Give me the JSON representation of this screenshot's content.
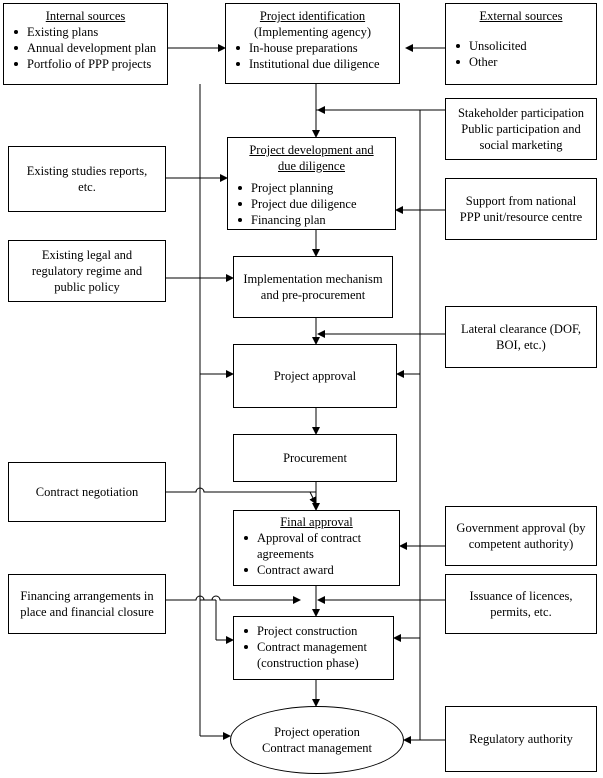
{
  "internal_sources": {
    "title": "Internal sources",
    "items": [
      "Existing plans",
      "Annual development plan",
      "Portfolio of PPP projects"
    ]
  },
  "project_identification": {
    "title": "Project identification",
    "subtitle": "(Implementing agency)",
    "items": [
      "In-house preparations",
      "Institutional due diligence"
    ]
  },
  "external_sources": {
    "title": "External sources",
    "items": [
      "Unsolicited",
      "Other"
    ]
  },
  "stakeholder": {
    "lines": [
      "Stakeholder participation",
      "Public participation and",
      "social marketing"
    ]
  },
  "existing_studies": {
    "lines": [
      "Existing studies reports,",
      "etc."
    ]
  },
  "project_development": {
    "title_lines": [
      "Project development and",
      "due diligence"
    ],
    "items": [
      "Project planning",
      "Project due diligence",
      "Financing plan"
    ]
  },
  "national_support": {
    "lines": [
      "Support from national",
      "PPP unit/resource centre"
    ]
  },
  "legal_regime": {
    "lines": [
      "Existing legal and",
      "regulatory regime and",
      "public policy"
    ]
  },
  "implementation": {
    "lines": [
      "Implementation mechanism",
      "and pre-procurement"
    ]
  },
  "lateral_clearance": {
    "lines": [
      "Lateral clearance (DOF,",
      "BOI, etc.)"
    ]
  },
  "project_approval": {
    "label": "Project approval"
  },
  "procurement": {
    "label": "Procurement"
  },
  "contract_negotiation": {
    "label": "Contract negotiation"
  },
  "final_approval": {
    "title": "Final approval",
    "items": [
      [
        "Approval of contract",
        "agreements"
      ],
      [
        "Contract award"
      ]
    ]
  },
  "government_approval": {
    "lines": [
      "Government approval (by",
      "competent authority)"
    ]
  },
  "financing_arrangements": {
    "lines": [
      "Financing arrangements in",
      "place and financial closure"
    ]
  },
  "licences": {
    "lines": [
      "Issuance of licences,",
      "permits, etc."
    ]
  },
  "construction": {
    "items": [
      [
        "Project construction"
      ],
      [
        "Contract management",
        "(construction phase)"
      ]
    ]
  },
  "regulatory_authority": {
    "label": "Regulatory authority"
  },
  "operation": {
    "lines": [
      "Project operation",
      "Contract management"
    ]
  }
}
